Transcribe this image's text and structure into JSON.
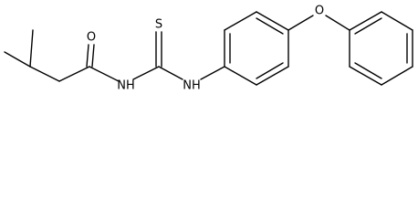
{
  "molecule": {
    "atoms": {
      "carbonyl_oxygen": "O",
      "thione_sulfur": "S",
      "amide_nitrogen": "NH",
      "aniline_nitrogen": "NH",
      "ether_oxygen": "O"
    },
    "colors": {
      "bond": "#000000",
      "text": "#000000",
      "background": "#ffffff"
    }
  }
}
